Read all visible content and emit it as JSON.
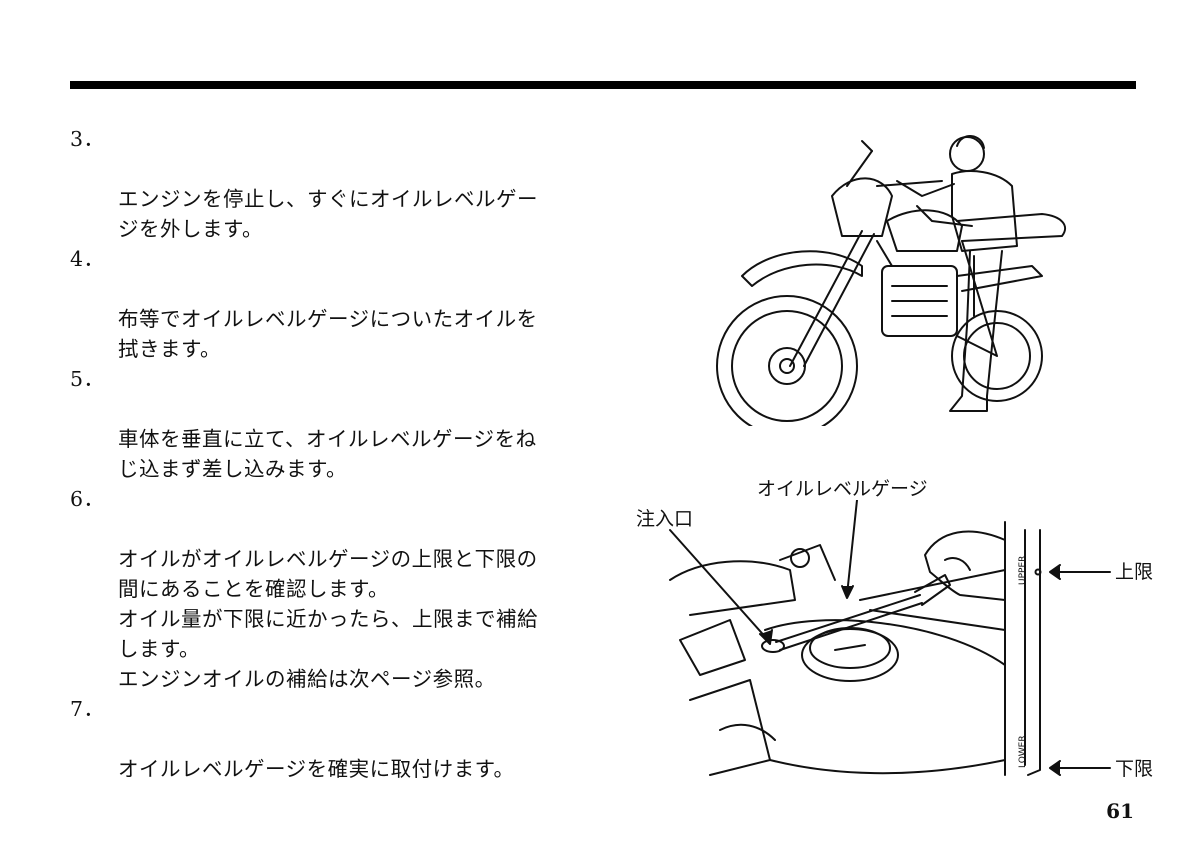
{
  "steps": [
    {
      "num": "3．",
      "text": "エンジンを停止し、すぐにオイルレベルゲー\nジを外します。"
    },
    {
      "num": "4．",
      "text": "布等でオイルレベルゲージについたオイルを\n拭きます。"
    },
    {
      "num": "5．",
      "text": "車体を垂直に立て、オイルレベルゲージをね\nじ込まず差し込みます。"
    },
    {
      "num": "6．",
      "text": "オイルがオイルレベルゲージの上限と下限の\n間にあることを確認します。\nオイル量が下限に近かったら、上限まで補給\nします。\nエンジンオイルの補給は次ページ参照。"
    },
    {
      "num": "7．",
      "text": "オイルレベルゲージを確実に取付けます。"
    }
  ],
  "figure": {
    "label_gauge": "オイルレベルゲージ",
    "label_filler": "注入口",
    "label_upper": "上限",
    "label_lower": "下限",
    "mark_upper": "UPPER",
    "mark_lower": "LOWER"
  },
  "page_number": "61"
}
